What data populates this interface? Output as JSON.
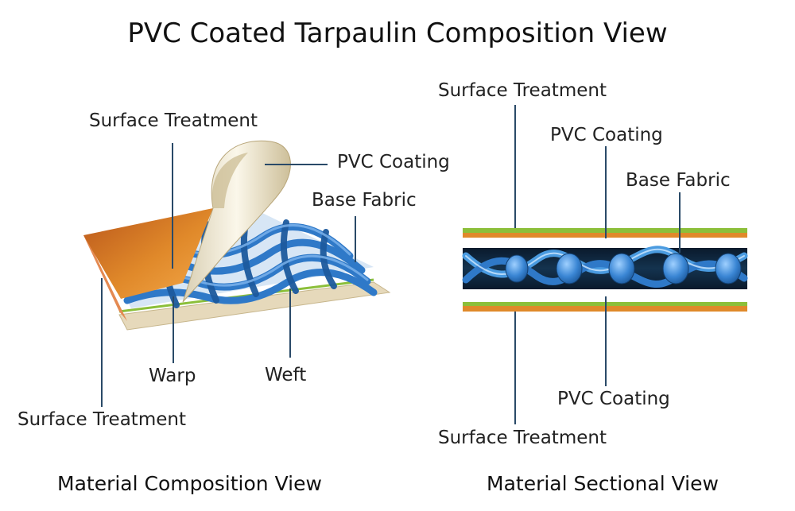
{
  "title": "PVC Coated Tarpaulin Composition View",
  "left_view": {
    "caption": "Material Composition View",
    "labels": {
      "surface_top": "Surface Treatment",
      "pvc": "PVC Coating",
      "base": "Base Fabric",
      "warp": "Warp",
      "weft": "Weft",
      "surface_bottom": "Surface Treatment"
    }
  },
  "right_view": {
    "caption": "Material Sectional View",
    "labels": {
      "surface_top": "Surface Treatment",
      "pvc_top": "PVC Coating",
      "base": "Base Fabric",
      "pvc_bottom": "PVC Coating",
      "surface_bottom": "Surface Treatment"
    }
  },
  "colors": {
    "orange": "#e0892a",
    "green": "#8cbf3a",
    "blue": "#2f79c8",
    "cream": "#efe6cf",
    "leader": "#2a4a68"
  }
}
